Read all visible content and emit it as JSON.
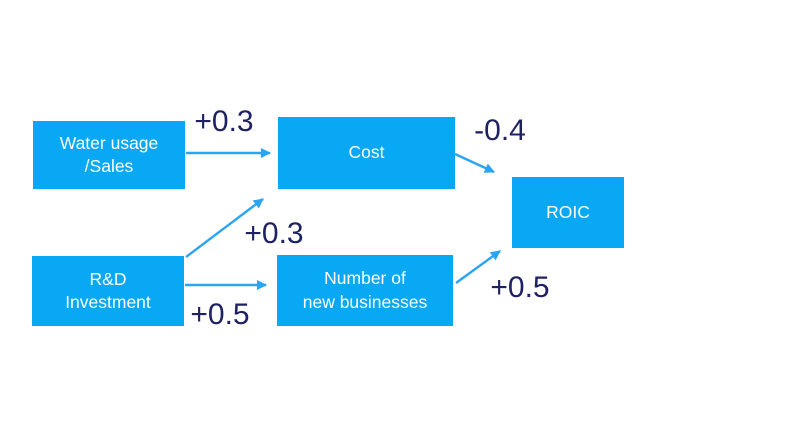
{
  "diagram": {
    "type": "causal-flow-diagram",
    "nodes": [
      {
        "id": "water-usage-sales",
        "label": "Water usage\n/Sales"
      },
      {
        "id": "rd-investment",
        "label": "R&D\nInvestment"
      },
      {
        "id": "cost",
        "label": "Cost"
      },
      {
        "id": "number-of-new-businesses",
        "label": "Number of\nnew businesses"
      },
      {
        "id": "roic",
        "label": "ROIC"
      }
    ],
    "edges": [
      {
        "from": "water-usage-sales",
        "to": "cost",
        "label": "+0.3",
        "weight": 0.3
      },
      {
        "from": "rd-investment",
        "to": "cost",
        "label": "+0.3",
        "weight": 0.3
      },
      {
        "from": "rd-investment",
        "to": "number-of-new-businesses",
        "label": "+0.5",
        "weight": 0.5
      },
      {
        "from": "cost",
        "to": "roic",
        "label": "-0.4",
        "weight": -0.4
      },
      {
        "from": "number-of-new-businesses",
        "to": "roic",
        "label": "+0.5",
        "weight": 0.5
      }
    ],
    "colors": {
      "node_fill": "#09a8f5",
      "node_text": "#ffffff",
      "edge": "#2aa4f4",
      "edge_label": "#1e2263",
      "background": "#ffffff"
    }
  }
}
